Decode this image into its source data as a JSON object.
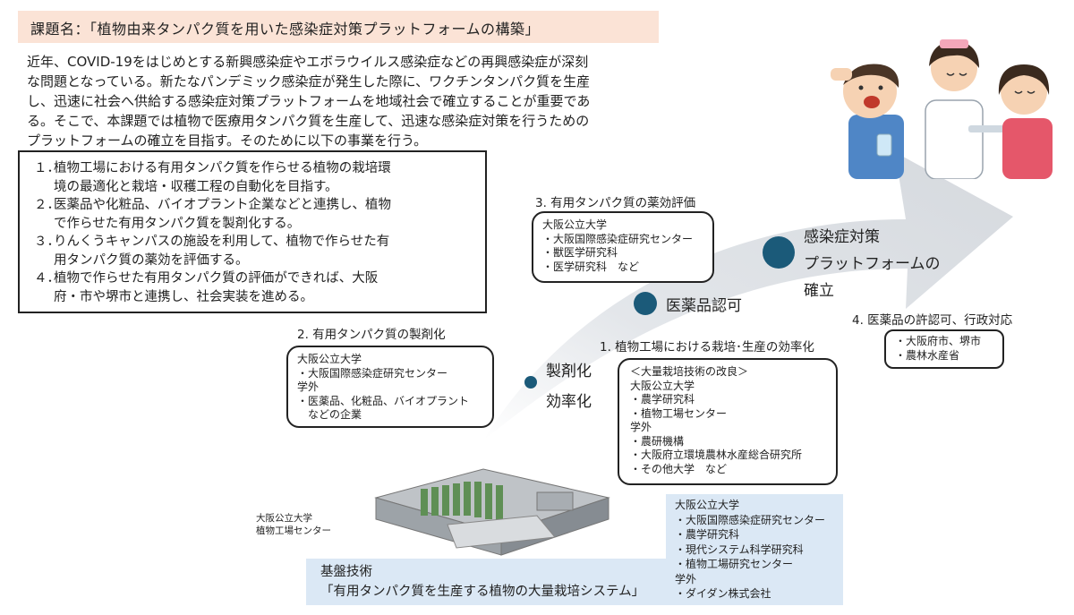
{
  "title": "課題名：「植物由来タンパク質を用いた感染症対策プラットフォームの構築」",
  "intro": [
    "近年、COVID-19をはじめとする新興感染症やエボラウイルス感染症などの再興感染症が深刻",
    "な問題となっている。新たなパンデミック感染症が発生した際に、ワクチンタンパク質を生産",
    "し、迅速に社会へ供給する感染症対策プラットフォームを地域社会で確立することが重要であ",
    "る。そこで、本課題では植物で医療用タンパク質を生産して、迅速な感染症対策を行うための",
    "プラットフォームの確立を目指す。そのために以下の事業を行う。"
  ],
  "goals": [
    {
      "num": "１．",
      "line1": "植物工場における有用タンパク質を作らせる植物の栽培環",
      "line2": "境の最適化と栽培・収穫工程の自動化を目指す。"
    },
    {
      "num": "２．",
      "line1": "医薬品や化粧品、バイオプラント企業などと連携し、植物",
      "line2": "で作らせた有用タンパク質を製剤化する。"
    },
    {
      "num": "３．",
      "line1": "りんくうキャンパスの施設を利用して、植物で作らせた有",
      "line2": "用タンパク質の薬効を評価する。"
    },
    {
      "num": "４．",
      "line1": "植物で作らせた有用タンパク質の評価ができれば、大阪",
      "line2": "府・市や堺市と連携し、社会実装を進める。"
    }
  ],
  "step3": {
    "label": "3. 有用タンパク質の薬効評価",
    "lines": [
      "大阪公立大学",
      "・大阪国際感染症研究センター",
      "・獣医学研究科",
      "・医学研究科　など"
    ]
  },
  "step2": {
    "label": "2. 有用タンパク質の製剤化",
    "lines": [
      "大阪公立大学",
      "・大阪国際感染症研究センター",
      "学外",
      "・医薬品、化粧品、バイオプラント",
      "　などの企業"
    ]
  },
  "step1": {
    "label": "1. 植物工場における栽培･生産の効率化",
    "lines": [
      "＜大量栽培技術の改良＞",
      "大阪公立大学",
      "・農学研究科",
      "・植物工場センター",
      "学外",
      "・農研機構",
      "・大阪府立環境農林水産総合研究所",
      "・その他大学　など"
    ]
  },
  "step4": {
    "label": "4. 医薬品の許認可、行政対応",
    "lines": [
      "・大阪府市、堺市",
      "・農林水産省"
    ]
  },
  "stages": {
    "s1_line1": "製剤化",
    "s1_line2": "効率化",
    "s2": "医薬品認可",
    "s3_line1": "感染症対策",
    "s3_line2": "プラットフォームの",
    "s3_line3": "確立"
  },
  "facility": {
    "caption_line1": "大阪公立大学",
    "caption_line2": "植物工場センター"
  },
  "base": {
    "label": "基盤技術",
    "text": "「有用タンパク質を生産する植物の大量栽培システム」"
  },
  "institutions": [
    "大阪公立大学",
    "・大阪国際感染症研究センター",
    "・農学研究科",
    "・現代システム科学研究科",
    "・植物工場研究センター",
    "学外",
    "・ダイダン株式会社"
  ],
  "colors": {
    "title_bg": "#fbe3d6",
    "arrow": "#dcdfe3",
    "dot": "#1b5a79",
    "base_bg": "#dbe8f5"
  }
}
